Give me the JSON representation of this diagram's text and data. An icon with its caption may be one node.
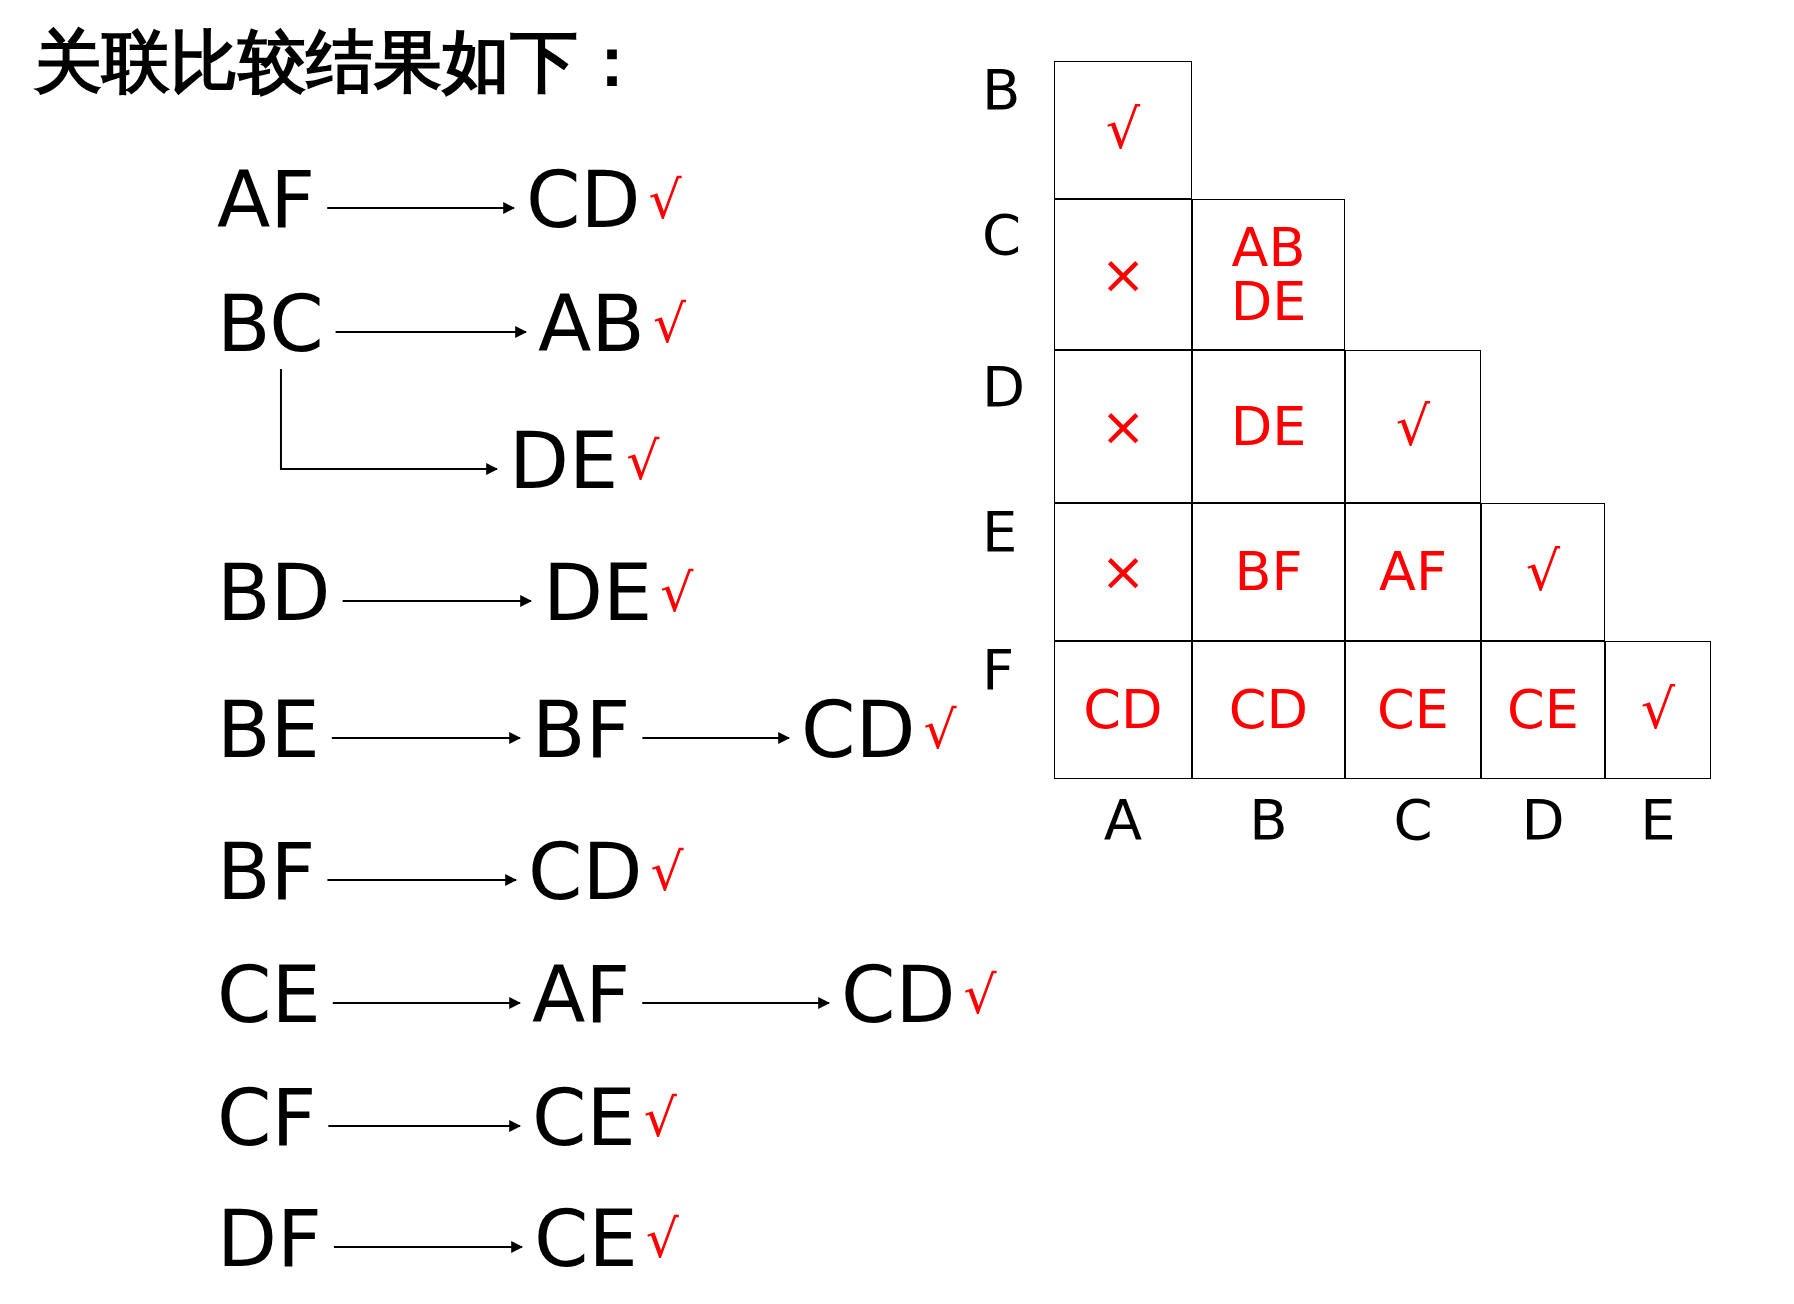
{
  "diagram": {
    "title": "关联比较结果如下：",
    "nodes": [
      {
        "text": [
          "AF"
        ]
      },
      {
        "text": [
          "CD"
        ],
        "beside": [
          "√"
        ]
      },
      {
        "text": [
          "BC"
        ]
      },
      {
        "text": [
          "AB"
        ],
        "beside": [
          "√"
        ]
      },
      {
        "text": [
          "DE"
        ],
        "beside": [
          "√"
        ]
      },
      {
        "text": [
          "BD"
        ]
      },
      {
        "text": [
          "DE"
        ],
        "beside": [
          "√"
        ]
      },
      {
        "text": [
          "BE"
        ]
      },
      {
        "text": [
          "BF"
        ]
      },
      {
        "text": [
          "CD"
        ],
        "beside": [
          "√"
        ]
      },
      {
        "text": [
          "BF"
        ]
      },
      {
        "text": [
          "CD"
        ],
        "beside": [
          "√"
        ]
      },
      {
        "text": [
          "CE"
        ]
      },
      {
        "text": [
          "AF"
        ]
      },
      {
        "text": [
          "CD"
        ],
        "beside": [
          "√"
        ]
      },
      {
        "text": [
          "CF"
        ]
      },
      {
        "text": [
          "CE"
        ],
        "beside": [
          "√"
        ]
      },
      {
        "text": [
          "DF"
        ]
      },
      {
        "text": [
          "CE"
        ],
        "beside": [
          "√"
        ]
      }
    ],
    "edges": [
      {
        "from": 0,
        "to": 1,
        "arrow": "to"
      },
      {
        "from": 2,
        "to": 3,
        "arrow": "to"
      },
      {
        "from": 2,
        "to": 4,
        "arrow": "to"
      },
      {
        "from": 5,
        "to": 6,
        "arrow": "to"
      },
      {
        "from": 7,
        "to": 8,
        "arrow": "to"
      },
      {
        "from": 8,
        "to": 9,
        "arrow": "to"
      },
      {
        "from": 10,
        "to": 11,
        "arrow": "to"
      },
      {
        "from": 12,
        "to": 13,
        "arrow": "to"
      },
      {
        "from": 13,
        "to": 14,
        "arrow": "to"
      },
      {
        "from": 15,
        "to": 16,
        "arrow": "to"
      },
      {
        "from": 17,
        "to": 18,
        "arrow": "to"
      }
    ],
    "labels": [
      "B",
      "√",
      "C",
      "×",
      "AB DE",
      "D",
      "×",
      "DE",
      "√",
      "E",
      "×",
      "BF",
      "AF",
      "√",
      "F",
      "CD",
      "CD",
      "CE",
      "CE",
      "√",
      "A",
      "B",
      "C",
      "D",
      "E"
    ]
  }
}
